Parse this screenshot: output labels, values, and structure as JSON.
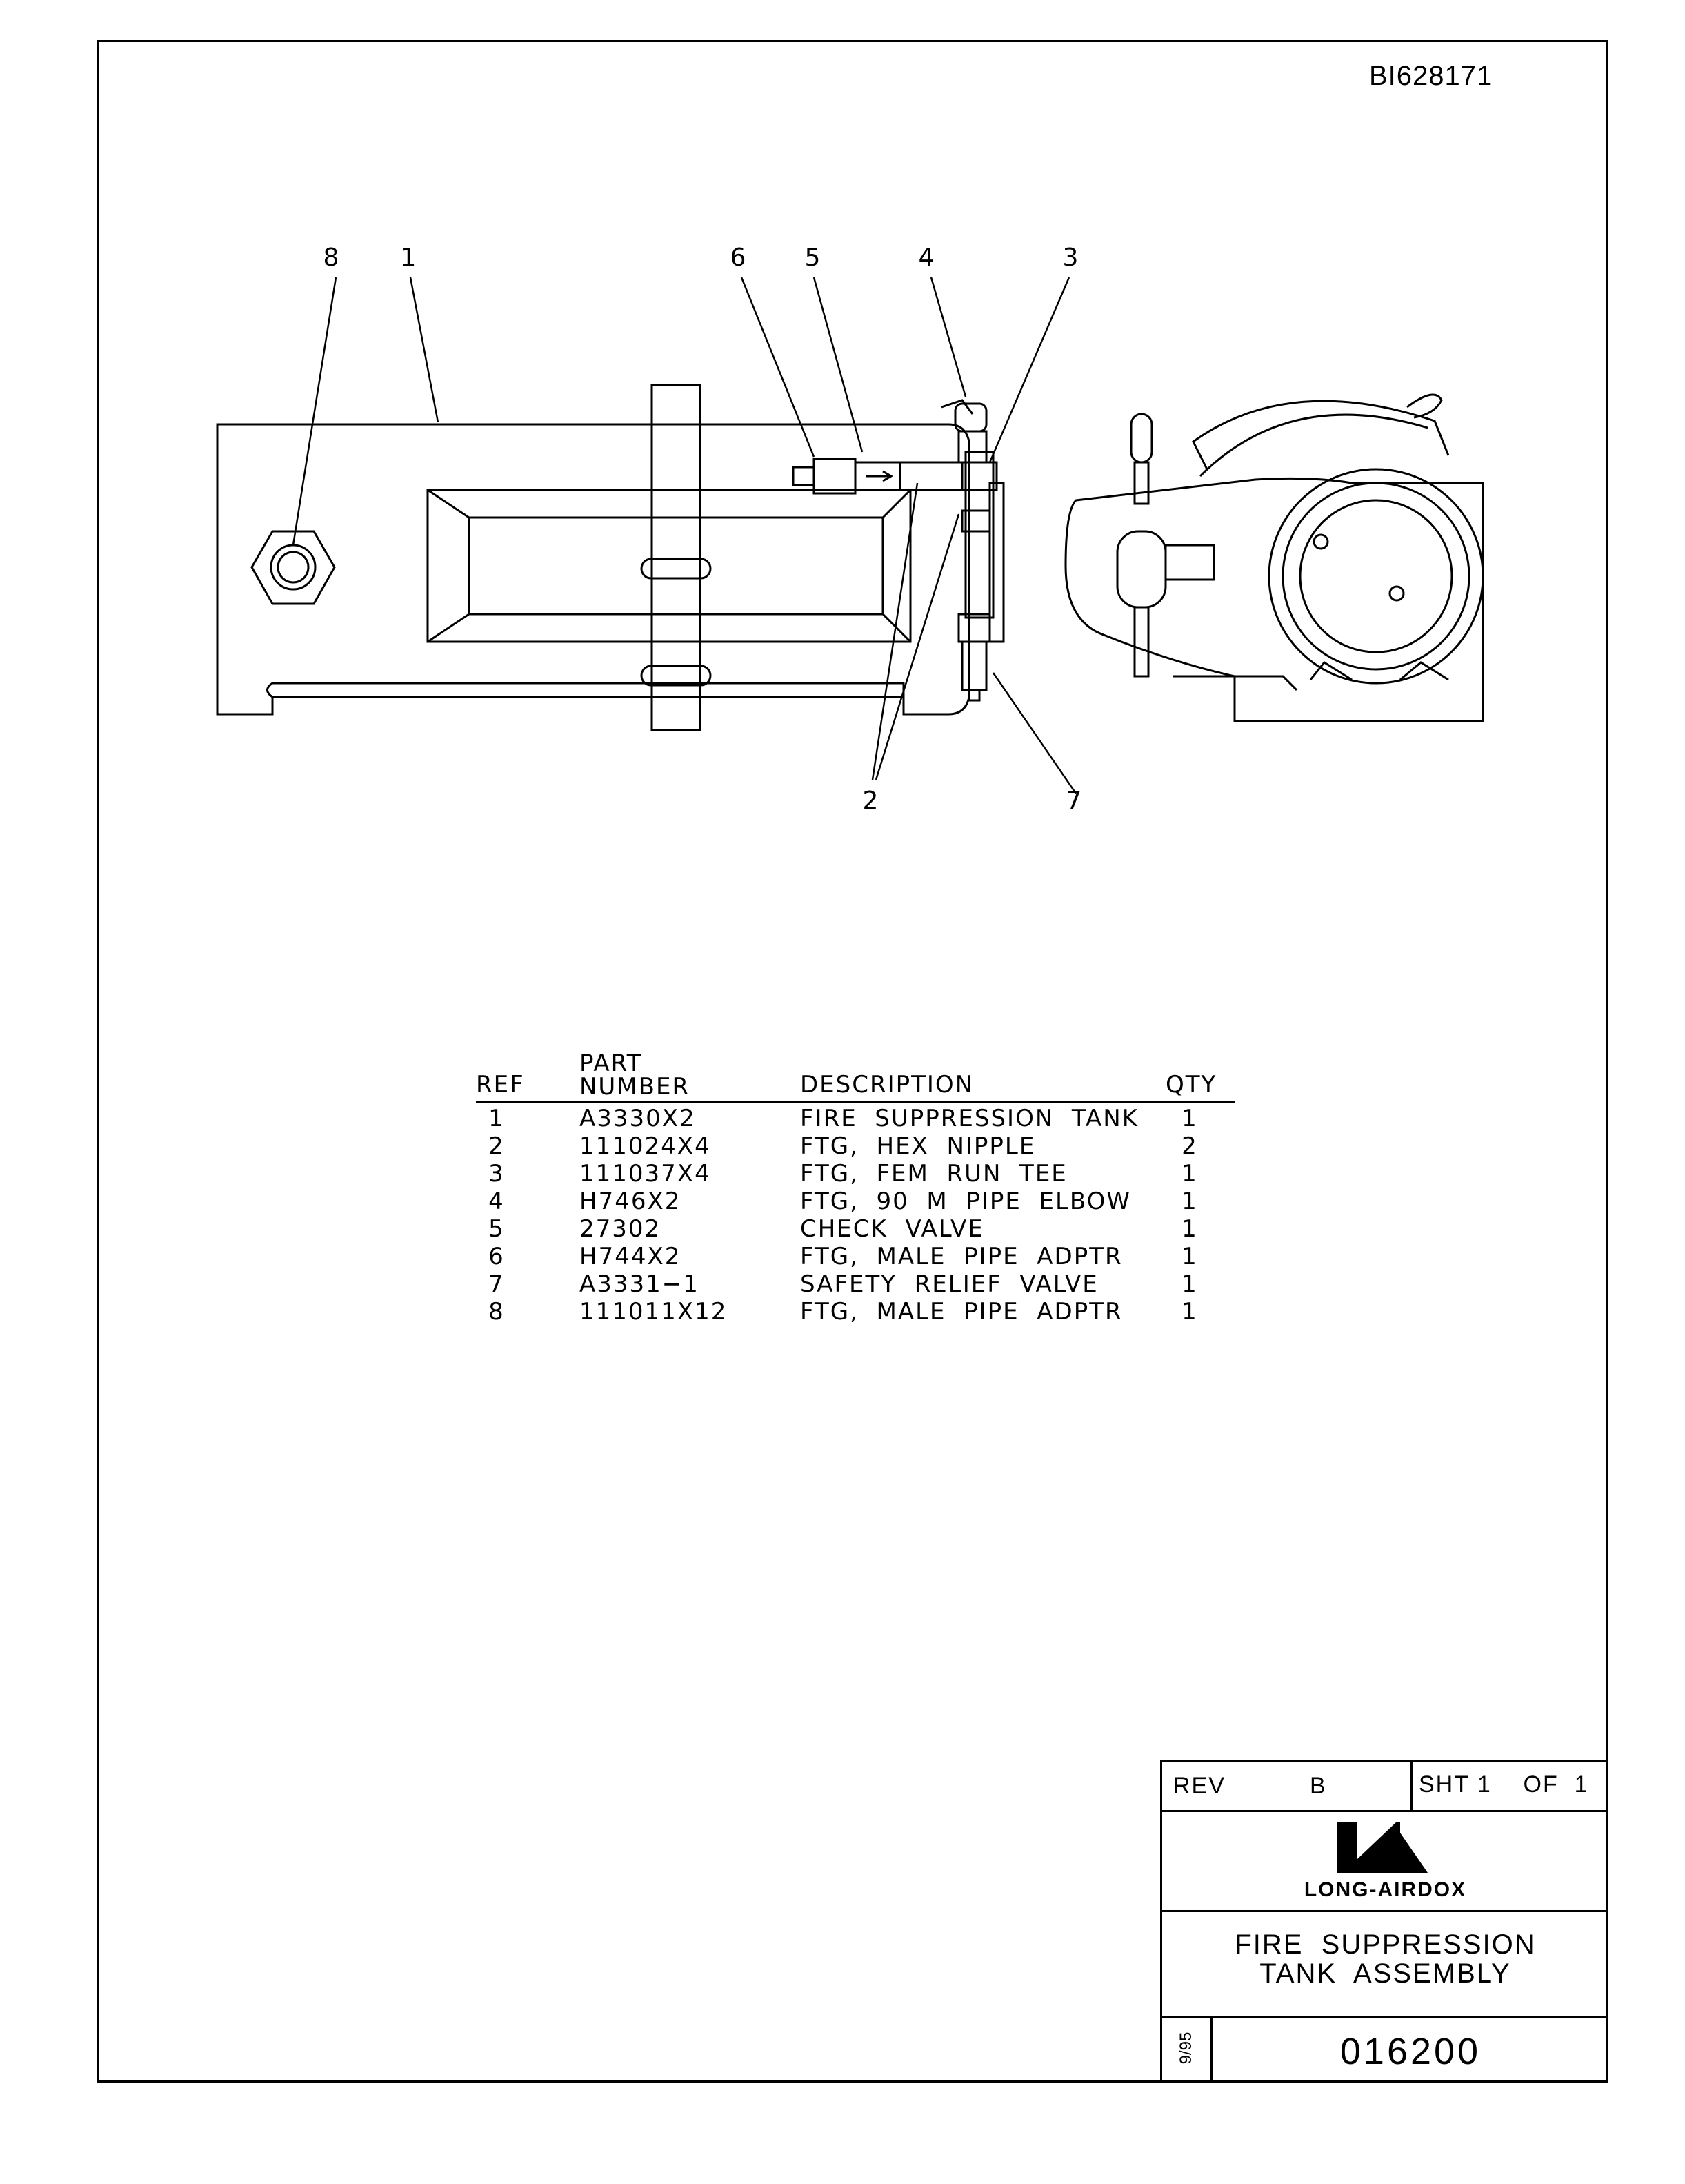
{
  "document_id": "BI628171",
  "callouts": [
    "8",
    "1",
    "6",
    "5",
    "4",
    "3",
    "2",
    "7"
  ],
  "parts_table": {
    "headers": {
      "ref": "REF",
      "part_number_line1": "PART",
      "part_number_line2": "NUMBER",
      "description": "DESCRIPTION",
      "qty": "QTY"
    },
    "rows": [
      {
        "ref": "1",
        "part": "A3330X2",
        "desc": "FIRE  SUPPRESSION  TANK",
        "qty": "1"
      },
      {
        "ref": "2",
        "part": "111024X4",
        "desc": "FTG,  HEX  NIPPLE",
        "qty": "2"
      },
      {
        "ref": "3",
        "part": "111037X4",
        "desc": "FTG,  FEM  RUN  TEE",
        "qty": "1"
      },
      {
        "ref": "4",
        "part": "H746X2",
        "desc": "FTG,  90  M  PIPE  ELBOW",
        "qty": "1"
      },
      {
        "ref": "5",
        "part": "27302",
        "desc": "CHECK  VALVE",
        "qty": "1"
      },
      {
        "ref": "6",
        "part": "H744X2",
        "desc": "FTG,  MALE  PIPE  ADPTR",
        "qty": "1"
      },
      {
        "ref": "7",
        "part": "A3331−1",
        "desc": "SAFETY  RELIEF  VALVE",
        "qty": "1"
      },
      {
        "ref": "8",
        "part": "111011X12",
        "desc": "FTG,  MALE  PIPE  ADPTR",
        "qty": "1"
      }
    ]
  },
  "title_block": {
    "rev_label": "REV",
    "rev_value": "B",
    "sheet_text": "SHT 1    OF  1",
    "company": "LONG-AIRDOX",
    "title_line1": "FIRE  SUPPRESSION",
    "title_line2": "TANK  ASSEMBLY",
    "date": "9/95",
    "drawing_number": "016200"
  }
}
